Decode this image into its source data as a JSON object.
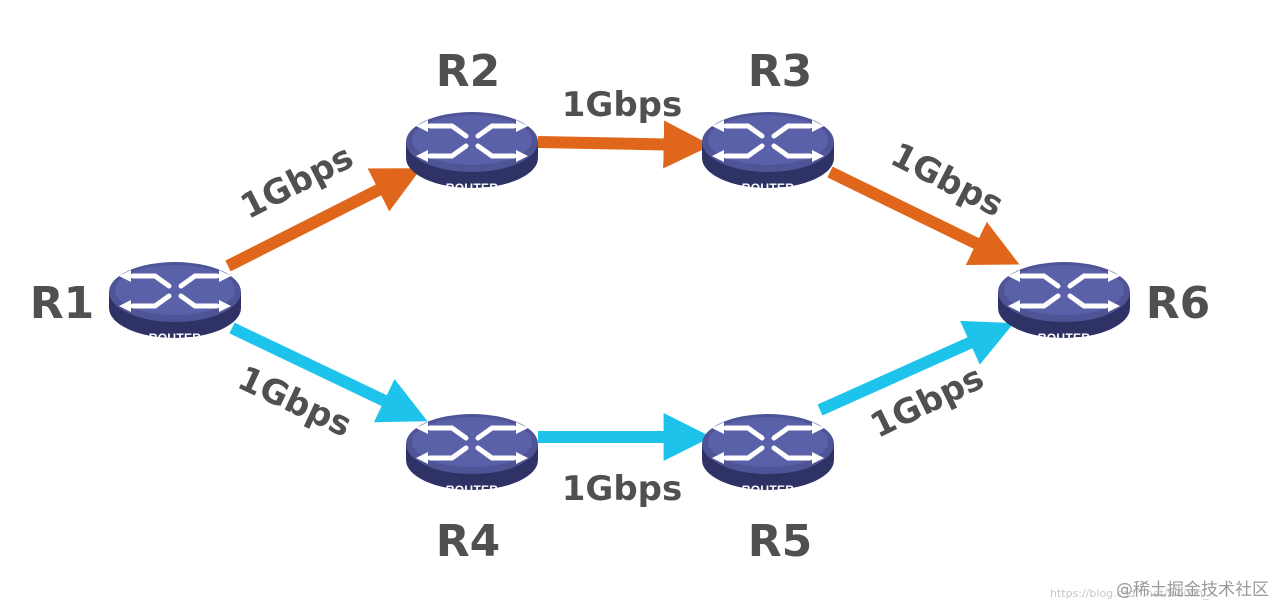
{
  "colors": {
    "top_path": "#E0661B",
    "bottom_path": "#1EC3EC",
    "label": "#505050",
    "router": "#4A4F8A"
  },
  "routers": [
    {
      "id": "R1",
      "label": "R1",
      "caption": "ROUTER"
    },
    {
      "id": "R2",
      "label": "R2",
      "caption": "ROUTER"
    },
    {
      "id": "R3",
      "label": "R3",
      "caption": "ROUTER"
    },
    {
      "id": "R4",
      "label": "R4",
      "caption": "ROUTER"
    },
    {
      "id": "R5",
      "label": "R5",
      "caption": "ROUTER"
    },
    {
      "id": "R6",
      "label": "R6",
      "caption": "ROUTER"
    }
  ],
  "links": [
    {
      "from": "R1",
      "to": "R2",
      "bandwidth": "1Gbps",
      "path": "top"
    },
    {
      "from": "R2",
      "to": "R3",
      "bandwidth": "1Gbps",
      "path": "top"
    },
    {
      "from": "R3",
      "to": "R6",
      "bandwidth": "1Gbps",
      "path": "top"
    },
    {
      "from": "R1",
      "to": "R4",
      "bandwidth": "1Gbps",
      "path": "bottom"
    },
    {
      "from": "R4",
      "to": "R5",
      "bandwidth": "1Gbps",
      "path": "bottom"
    },
    {
      "from": "R5",
      "to": "R6",
      "bandwidth": "1Gbps",
      "path": "bottom"
    }
  ],
  "watermark": {
    "text": "@稀土掘金技术社区",
    "url": "https://blog.csdn.net/weixin_..."
  }
}
